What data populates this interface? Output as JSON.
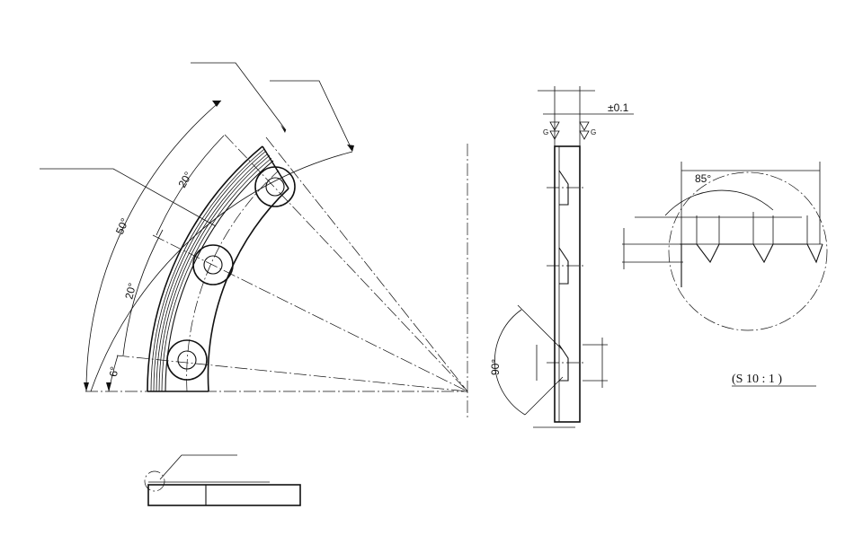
{
  "dimensions": {
    "angle_total": "50°",
    "angle_hole_1": "20°",
    "angle_hole_2": "20°",
    "angle_end": "6°",
    "bevel_angle": "90°",
    "thread_angle": "85°",
    "tolerance": "±0.1",
    "surface_mark_left": "G",
    "surface_mark_right": "G"
  },
  "scale_label": "(S 10 : 1 )"
}
